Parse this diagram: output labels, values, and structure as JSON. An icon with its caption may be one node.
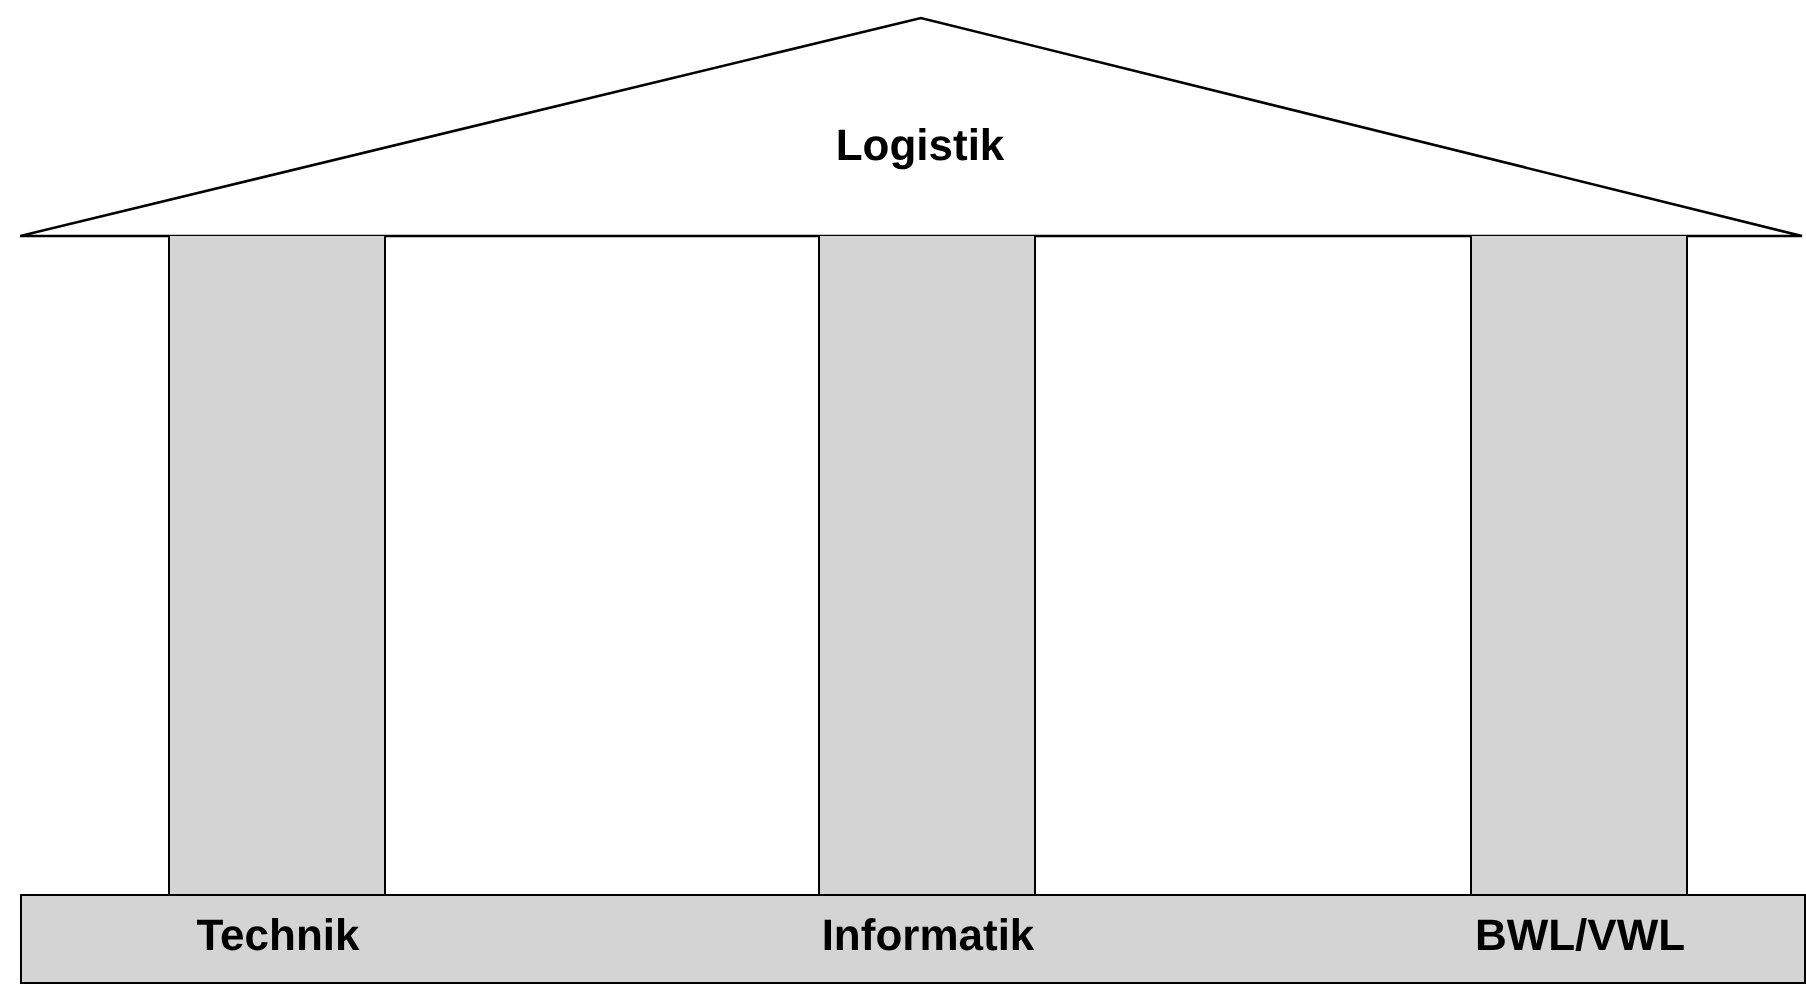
{
  "diagram": {
    "nodes": [
      {
        "text": [
          "Logistik"
        ]
      },
      {
        "text": [],
        "shape": "bar"
      },
      {
        "text": [],
        "shape": "bar"
      },
      {
        "text": [],
        "shape": "bar"
      },
      {
        "text": [
          "Technik",
          "Informatik",
          "BWL/VWL"
        ]
      }
    ]
  }
}
